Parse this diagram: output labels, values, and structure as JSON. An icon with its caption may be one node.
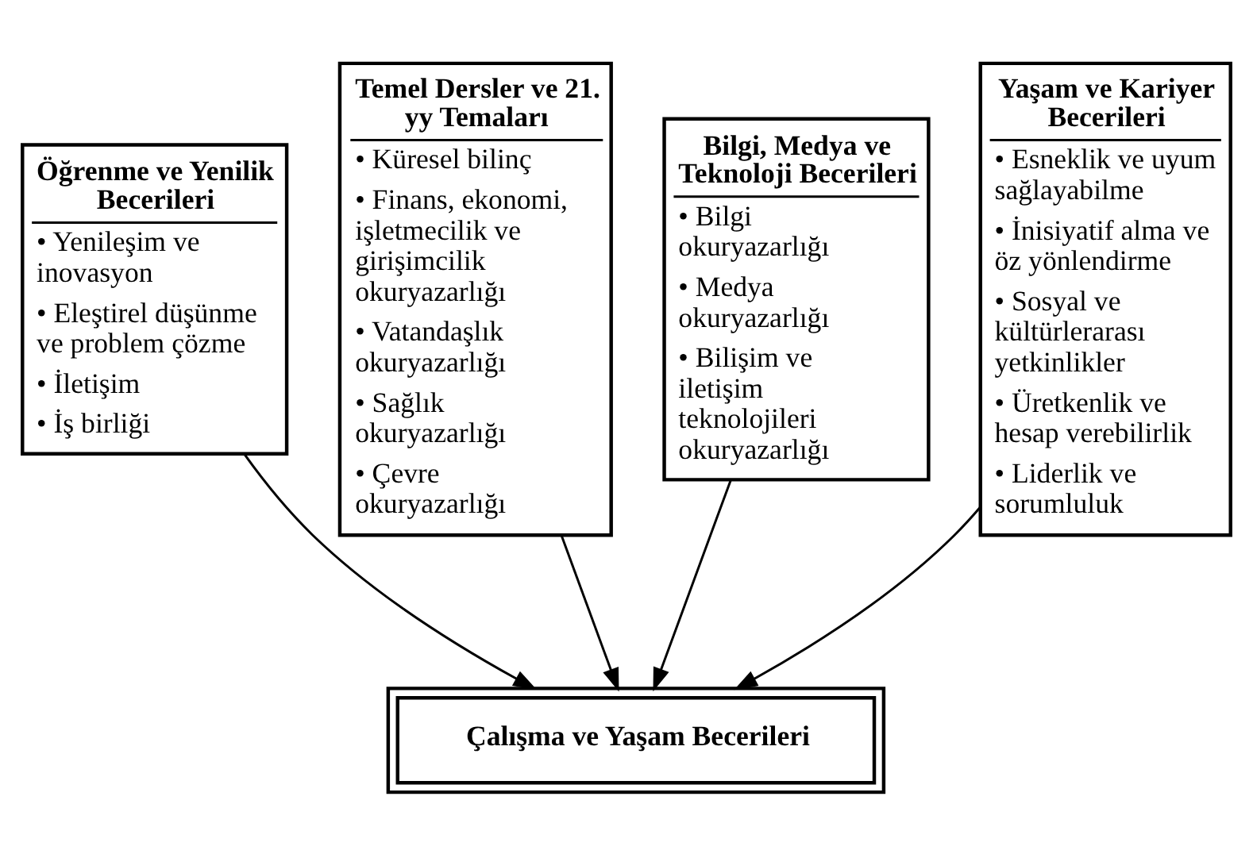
{
  "diagram": {
    "nodes": [
      {
        "text": [
          "Öğrenme ve Yenilik Becerileri",
          "• Yenileşim ve inovasyon",
          "• Eleştirel düşünme ve problem çözme",
          "• İletişim",
          "• İş birliği"
        ]
      },
      {
        "text": [
          "Temel Dersler ve 21. yy Temaları",
          "• Küresel bilinç",
          "• Finans, ekonomi, işletmecilik ve girişimcilik okuryazarlığı",
          "• Vatandaşlık okuryazarlığı",
          "• Sağlık okuryazarlığı",
          "• Çevre okuryazarlığı"
        ]
      },
      {
        "text": [
          "Bilgi, Medya ve Teknoloji Becerileri",
          "• Bilgi okuryazarlığı",
          "• Medya okuryazarlığı",
          "• Bilişim ve iletişim teknolojileri okuryazarlığı"
        ]
      },
      {
        "text": [
          "Yaşam ve Kariyer Becerileri",
          "• Esneklik ve uyum sağlayabilme",
          "• İnisiyatif alma ve öz yönlendirme",
          "• Sosyal ve kültürlerarası yetkinlikler",
          "• Üretkenlik ve hesap verebilirlik",
          "• Liderlik ve sorumluluk"
        ]
      },
      {
        "text": [
          "Çalışma ve Yaşam Becerileri"
        ]
      }
    ],
    "edges": [
      {
        "from": 0,
        "to": 4,
        "arrow": "to"
      },
      {
        "from": 1,
        "to": 4,
        "arrow": "to"
      },
      {
        "from": 2,
        "to": 4,
        "arrow": "to"
      },
      {
        "from": 3,
        "to": 4,
        "arrow": "to"
      }
    ]
  }
}
